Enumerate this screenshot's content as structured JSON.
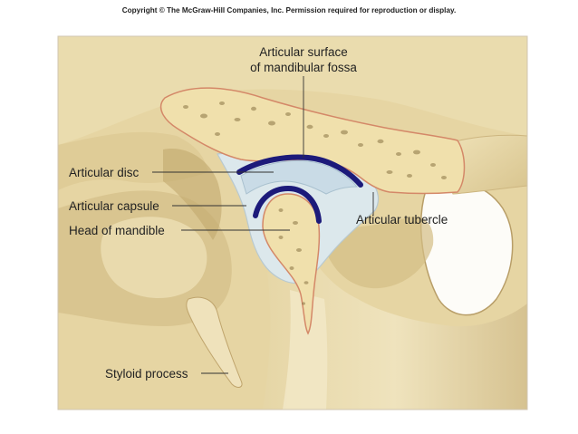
{
  "copyright": "Copyright © The McGraw-Hill Companies, Inc. Permission required for reproduction or display.",
  "labels": {
    "surface_line1": "Articular surface",
    "surface_line2": "of mandibular fossa",
    "disc": "Articular disc",
    "capsule": "Articular capsule",
    "head": "Head of mandible",
    "tubercle": "Articular tubercle",
    "styloid": "Styloid process"
  },
  "colors": {
    "bone": "#e9d9a9",
    "bone_light": "#f3e8c2",
    "bone_shadow": "#c9b27a",
    "marrow": "#f0d99c",
    "marrow_spot": "#8a7444",
    "bone_edge": "#d98a6a",
    "cartilage": "#1c1a7a",
    "disc": "#c9dbe6",
    "capsule": "#d9e6ea"
  }
}
